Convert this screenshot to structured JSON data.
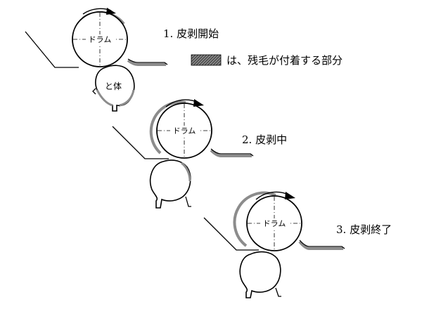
{
  "steps": [
    {
      "label": "1. 皮剥開始",
      "drum_label": "ドラム",
      "body_label": "と体"
    },
    {
      "label": "2. 皮剥中",
      "drum_label": "ドラム",
      "body_label": ""
    },
    {
      "label": "3. 皮剥終了",
      "drum_label": "ドラム",
      "body_label": ""
    }
  ],
  "legend": {
    "text": "は、残毛が付着する部分"
  },
  "colors": {
    "line": "#000000",
    "hair": "#8c8c8c",
    "background": "#ffffff"
  }
}
